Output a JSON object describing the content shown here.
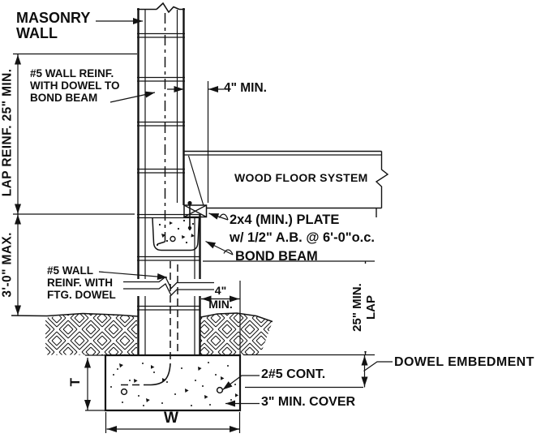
{
  "drawing": {
    "type": "construction-detail-section",
    "colors": {
      "ink": "#131313",
      "paper": "#ffffff"
    }
  },
  "labels": {
    "masonry_1": "MASONRY",
    "masonry_2": "WALL",
    "wall_reinf_top_1": "#5 WALL REINF.",
    "wall_reinf_top_2": "WITH DOWEL TO",
    "wall_reinf_top_3": "BOND BEAM",
    "lap_reinf_left": "LAP REINF. 25\" MIN.",
    "min_4_top": "4\" MIN.",
    "wood_floor": "WOOD FLOOR SYSTEM",
    "plate_1": "2x4 (MIN.) PLATE",
    "plate_2": "w/ 1/2\" A.B. @ 6'-0\"o.c.",
    "bond_beam": "BOND BEAM",
    "max_3_0": "3'-0\" MAX.",
    "wall_reinf_bot_1": "#5 WALL",
    "wall_reinf_bot_2": "REINF. WITH",
    "wall_reinf_bot_3": "FTG. DOWEL",
    "min_4_footing_1": "4\"",
    "min_4_footing_2": "MIN.",
    "lap_25_1": "25\" MIN.",
    "lap_25_2": "LAP",
    "dowel_embedment": "DOWEL EMBEDMENT",
    "bars_cont": "2#5 CONT.",
    "min_cover": "3\" MIN. COVER",
    "t_dim": "T",
    "w_dim": "W"
  }
}
